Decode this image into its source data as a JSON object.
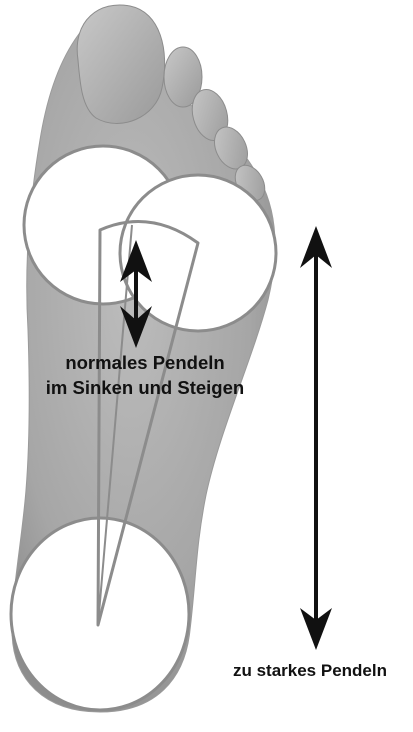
{
  "labels": {
    "normal_line1": "normales Pendeln",
    "normal_line2": "im Sinken und Steigen",
    "strong": "zu starkes Pendeln"
  },
  "colors": {
    "background": "#ffffff",
    "foot_skin": "#a9a9a9",
    "foot_shadow": "#8a8a8a",
    "outline": "#8c8c8c",
    "zone_fill": "#ffffff",
    "arrow": "#111111",
    "text": "#111111"
  },
  "icons": {
    "normal_swing": "double-headed-arrow-icon",
    "strong_swing": "double-headed-arrow-icon"
  }
}
